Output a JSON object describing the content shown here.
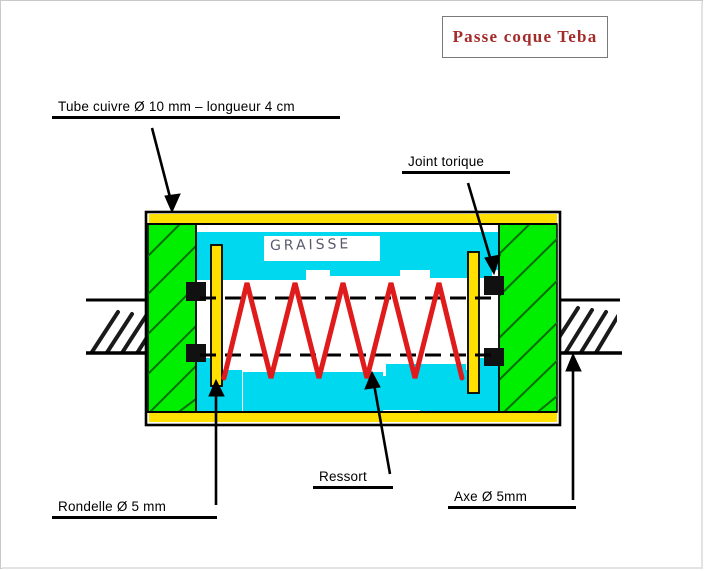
{
  "document": {
    "title_box": {
      "text": "Passe coque Teba",
      "color": "#a52a2a",
      "border_color": "#7a7a7a"
    },
    "annotation_in_drawing": {
      "label": "GRAISSE",
      "meaning": "grease",
      "style": "handwritten"
    }
  },
  "callouts": [
    {
      "id": "tube-cuivre",
      "text": "Tube  cuivre  Ø 10 mm – longueur  4 cm",
      "points_to": "copper-tube-wall"
    },
    {
      "id": "joint-torique",
      "text": "Joint  torique",
      "points_to": "o-ring"
    },
    {
      "id": "rondelle",
      "text": "Rondelle  Ø  5 mm",
      "points_to": "washer"
    },
    {
      "id": "ressort",
      "text": "Ressort",
      "points_to": "spring"
    },
    {
      "id": "axe",
      "text": "Axe  Ø  5mm",
      "points_to": "hull-axle"
    }
  ],
  "drawing": {
    "colors": {
      "copper_tube": "#ffe000",
      "hull_block": "#00ee00",
      "grease": "#00d8f0",
      "spring": "#e01b1b",
      "o_ring": "#111111",
      "outline": "#000000",
      "axle_dash": "#000000",
      "hull_hatch": "#1a1a1a"
    },
    "parts": [
      {
        "name": "copper-tube-wall",
        "color": "#ffe000",
        "description": "yellow horizontal strip top and bottom"
      },
      {
        "name": "hull-block-left",
        "color": "#00ee00",
        "description": "green hatched hull section left"
      },
      {
        "name": "hull-block-right",
        "color": "#00ee00",
        "description": "green hatched hull section right"
      },
      {
        "name": "washer-left",
        "color": "#ffe000",
        "description": "vertical yellow washer left"
      },
      {
        "name": "washer-right",
        "color": "#ffe000",
        "description": "vertical yellow washer right"
      },
      {
        "name": "o-ring",
        "color": "#111111",
        "count": 4
      },
      {
        "name": "grease-upper",
        "color": "#00d8f0"
      },
      {
        "name": "grease-lower",
        "color": "#00d8f0"
      },
      {
        "name": "spring",
        "color": "#e01b1b",
        "peaks": 5
      },
      {
        "name": "axle",
        "style": "dashed-horizontal-pair"
      },
      {
        "name": "hull-hatching-left",
        "description": "external hull hatch band"
      },
      {
        "name": "hull-hatching-right",
        "description": "external hull hatch band"
      }
    ]
  }
}
